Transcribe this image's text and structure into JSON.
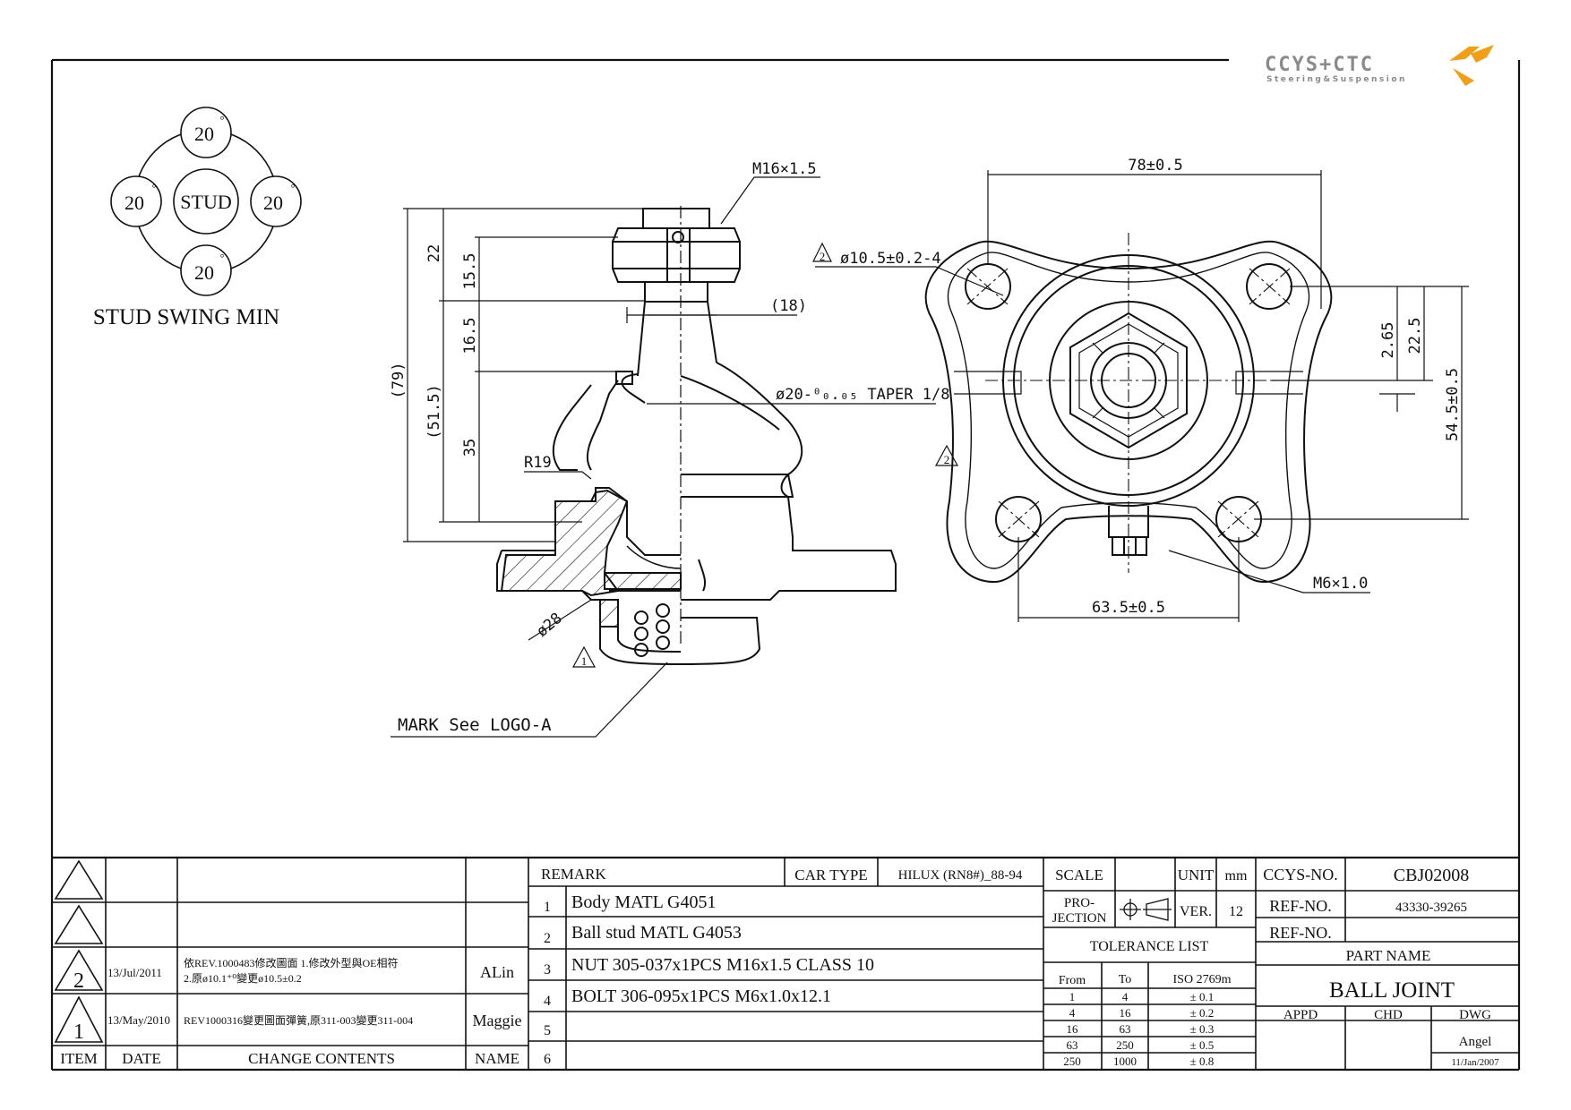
{
  "logo": {
    "brand": "CCYS+CTC",
    "tagline": "Steering&Suspension"
  },
  "stud_swing": {
    "center": "STUD",
    "top": "20",
    "left": "20",
    "right": "20",
    "bottom": "20",
    "degree": "°",
    "caption": "STUD SWING MIN"
  },
  "side_view": {
    "thread": "M16×1.5",
    "dim_18": "(18)",
    "taper": "ø20-⁰₀.₀₅  TAPER 1/8",
    "dim_79": "(79)",
    "dim_51_5": "(51.5)",
    "dim_22": "22",
    "dim_15_5": "15.5",
    "dim_16_5": "16.5",
    "dim_35": "35",
    "radius": "R19",
    "dia_28": "ø28",
    "rev_mark": "1",
    "mark_note": "MARK See LOGO-A"
  },
  "plan_view": {
    "width": "78±0.5",
    "hole": "ø10.5±0.2-4",
    "hole_rev": "2",
    "rev_mark": "2",
    "dim_2_65": "2.65",
    "dim_22_5": "22.5",
    "dim_54_5": "54.5±0.5",
    "bolt": "M6×1.0",
    "bottom_width": "63.5±0.5"
  },
  "revisions": {
    "headers": {
      "item": "ITEM",
      "date": "DATE",
      "contents": "CHANGE CONTENTS",
      "name": "NAME"
    },
    "rows": [
      {
        "item": "",
        "date": "",
        "contents": "",
        "name": ""
      },
      {
        "item": "",
        "date": "",
        "contents": "",
        "name": ""
      },
      {
        "item": "2",
        "date": "13/Jul/2011",
        "contents_1": "依REV.1000483修改圖面  1.修改外型與OE相符",
        "contents_2": "2.原ø10.1⁺⁰變更ø10.5±0.2",
        "name": "ALin"
      },
      {
        "item": "1",
        "date": "13/May/2010",
        "contents_1": "REV1000316變更圖面彈簧,原311-003變更311-004",
        "contents_2": "",
        "name": "Maggie"
      }
    ]
  },
  "remarks": {
    "title": "REMARK",
    "car_type_label": "CAR TYPE",
    "car_type": "HILUX (RN8#)_88-94",
    "items": [
      {
        "no": "1",
        "text": "Body MATL G4051"
      },
      {
        "no": "2",
        "text": "Ball stud MATL G4053"
      },
      {
        "no": "3",
        "text": "NUT 305-037x1PCS M16x1.5 CLASS 10"
      },
      {
        "no": "4",
        "text": "BOLT 306-095x1PCS M6x1.0x12.1"
      },
      {
        "no": "5",
        "text": ""
      },
      {
        "no": "6",
        "text": ""
      }
    ]
  },
  "spec": {
    "scale_label": "SCALE",
    "unit_label": "UNIT",
    "unit": "mm",
    "projection_1": "PRO-",
    "projection_2": "JECTION",
    "ver_label": "VER.",
    "ver": "12",
    "tolerance_title": "TOLERANCE LIST",
    "tol_headers": {
      "from": "From",
      "to": "To",
      "iso": "ISO 2769m"
    },
    "tolerances": [
      {
        "from": "1",
        "to": "4",
        "tol": "± 0.1"
      },
      {
        "from": "4",
        "to": "16",
        "tol": "± 0.2"
      },
      {
        "from": "16",
        "to": "63",
        "tol": "± 0.3"
      },
      {
        "from": "63",
        "to": "250",
        "tol": "± 0.5"
      },
      {
        "from": "250",
        "to": "1000",
        "tol": "± 0.8"
      }
    ]
  },
  "title_block": {
    "ccys_label": "CCYS-NO.",
    "ccys_no": "CBJ02008",
    "ref_label_1": "REF-NO.",
    "ref_no_1": "43330-39265",
    "ref_label_2": "REF-NO.",
    "ref_no_2": "",
    "part_name_label": "PART NAME",
    "part_name": "BALL JOINT",
    "appd": "APPD",
    "chd": "CHD",
    "dwg": "DWG",
    "drawer": "Angel",
    "drawn_date": "11/Jan/2007"
  },
  "colors": {
    "line": "#111111",
    "logo_grey": "#8a8a8a",
    "logo_orange": "#f0a018"
  }
}
